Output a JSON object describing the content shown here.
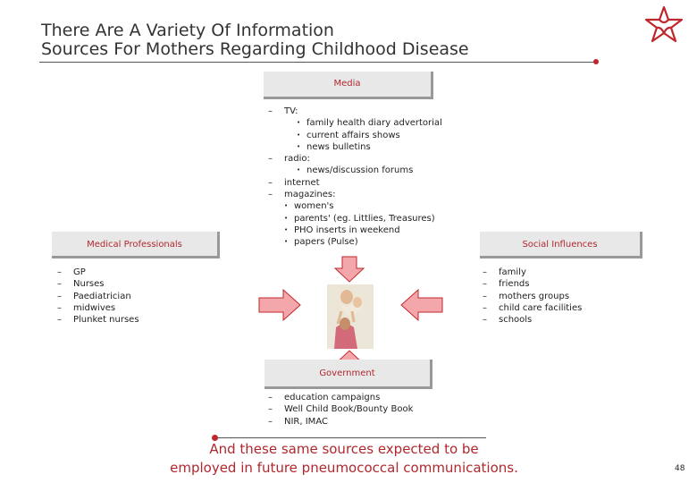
{
  "title": {
    "line1": "There Are A Variety Of Information",
    "line2": "Sources For Mothers Regarding Childhood Disease"
  },
  "media": {
    "label": "Media",
    "items": [
      {
        "text": "TV:",
        "sub": [
          "family health diary advertorial",
          "current affairs shows",
          "news bulletins"
        ]
      },
      {
        "text": "radio:",
        "sub": [
          "news/discussion forums"
        ]
      },
      {
        "text": "internet",
        "sub": []
      },
      {
        "text": "magazines:",
        "sub": [
          "women's",
          "parents' (eg. Littlies, Treasures)",
          "PHO inserts in weekend",
          "papers (Pulse)"
        ]
      }
    ]
  },
  "medical": {
    "label": "Medical Professionals",
    "items": [
      "GP",
      "Nurses",
      "Paediatrician",
      "midwives",
      "Plunket nurses"
    ]
  },
  "social": {
    "label": "Social Influences",
    "items": [
      "family",
      "friends",
      "mothers groups",
      "child care facilities",
      "schools"
    ]
  },
  "government": {
    "label": "Government",
    "items": [
      "education campaigns",
      "Well Child Book/Bounty Book",
      "NIR, IMAC"
    ]
  },
  "tagline": {
    "line1": "And these same sources expected to be",
    "line2": "employed in future pneumococcal communications."
  },
  "page_number": "48",
  "colors": {
    "accent": "#b0282e",
    "arrow_fill": "#f4a7ab",
    "arrow_stroke": "#c0272d",
    "box_fill": "#e8e8e8"
  }
}
